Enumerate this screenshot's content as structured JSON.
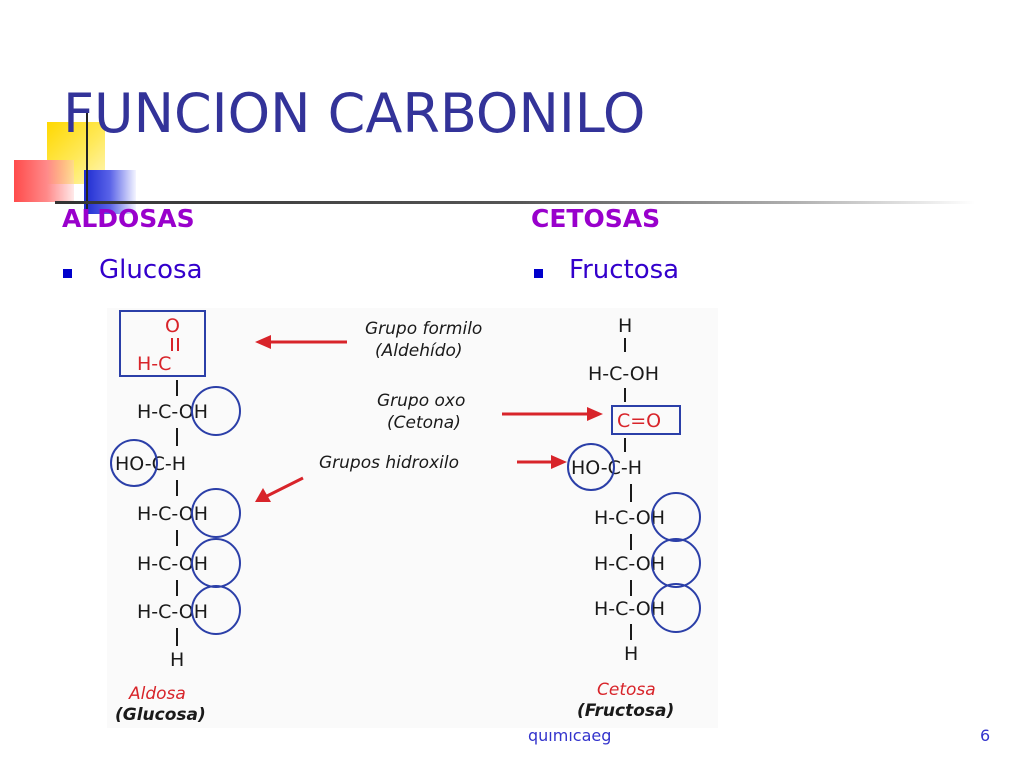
{
  "slide": {
    "title": "FUNCION CARBONILO",
    "columns": [
      {
        "heading": "ALDOSAS",
        "item": "Glucosa"
      },
      {
        "heading": "CETOSAS",
        "item": "Fructosa"
      }
    ],
    "footer": "quımıcaeg",
    "page_number": "6"
  },
  "diagram": {
    "aldose": {
      "carbonyl_top": "O",
      "carbonyl_bottom": "H-C",
      "rows": [
        "H-C-OH",
        "HO-C-H",
        "H-C-OH",
        "H-C-OH",
        "H-C-OH"
      ],
      "terminal": "H",
      "caption_name": "Aldosa",
      "caption_example": "(Glucosa)"
    },
    "ketose": {
      "top": "H",
      "row1": "H-C-OH",
      "carbonyl": "C=O",
      "rows": [
        "HO-C-H",
        "H-C-OH",
        "H-C-OH",
        "H-C-OH"
      ],
      "terminal": "H",
      "caption_name": "Cetosa",
      "caption_example": "(Fructosa)"
    },
    "labels": {
      "formyl_line1": "Grupo formilo",
      "formyl_line2": "(Aldehído)",
      "oxo_line1": "Grupo oxo",
      "oxo_line2": "(Cetona)",
      "hydroxyl": "Grupos hidroxilo"
    },
    "colors": {
      "arrow": "#d8242a",
      "frame": "#2b3fa8",
      "circle": "#2b3fa8"
    }
  }
}
